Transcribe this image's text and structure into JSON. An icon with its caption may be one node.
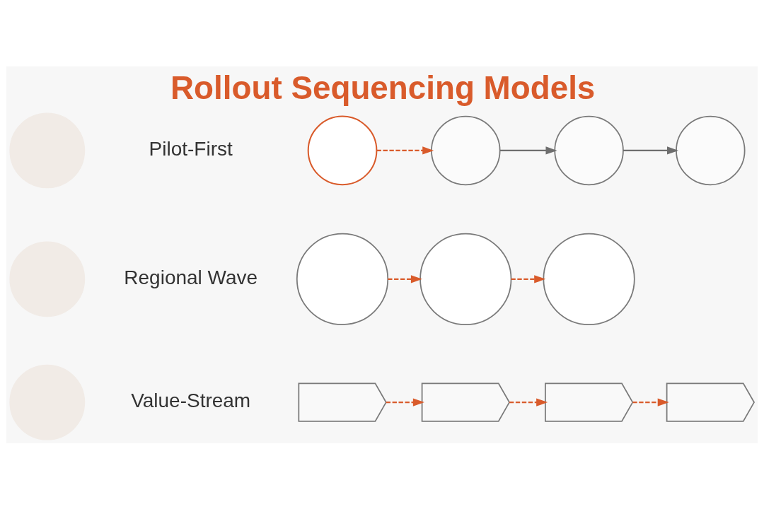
{
  "diagram": {
    "title": "Rollout Sequencing Models",
    "nodes": [
      {
        "text": [],
        "shape": "circle",
        "beside": [
          "Pilot-First"
        ]
      },
      {
        "text": [],
        "shape": "circle"
      },
      {
        "text": [],
        "shape": "circle"
      },
      {
        "text": [],
        "shape": "circle"
      },
      {
        "text": [],
        "shape": "circle"
      },
      {
        "text": [],
        "shape": "circle",
        "beside": [
          "Regional Wave"
        ]
      },
      {
        "text": [],
        "shape": "circle"
      },
      {
        "text": [],
        "shape": "circle"
      },
      {
        "text": [],
        "shape": "circle"
      },
      {
        "text": [],
        "shape": "circle",
        "beside": [
          "Value-Stream"
        ]
      },
      {
        "text": [],
        "shape": "pentagon"
      },
      {
        "text": [],
        "shape": "chevron"
      },
      {
        "text": [],
        "shape": "chevron"
      },
      {
        "text": [],
        "shape": "chevron"
      }
    ],
    "edges": [
      {
        "from": 1,
        "to": 2,
        "arrow": "to",
        "style": "dashed"
      },
      {
        "from": 2,
        "to": 3,
        "arrow": "to",
        "color": "#6e6e6e"
      },
      {
        "from": 3,
        "to": 4,
        "arrow": "to",
        "color": "#6e6e6e"
      },
      {
        "from": 6,
        "to": 7,
        "arrow": "to",
        "style": "dashed"
      },
      {
        "from": 7,
        "to": 8,
        "arrow": "to",
        "style": "dashed"
      },
      {
        "from": 10,
        "to": 11,
        "arrow": "to",
        "style": "dashed"
      },
      {
        "from": 11,
        "to": 12,
        "arrow": "to",
        "style": "dashed"
      },
      {
        "from": 12,
        "to": 13,
        "arrow": "to",
        "style": "dashed"
      }
    ]
  }
}
